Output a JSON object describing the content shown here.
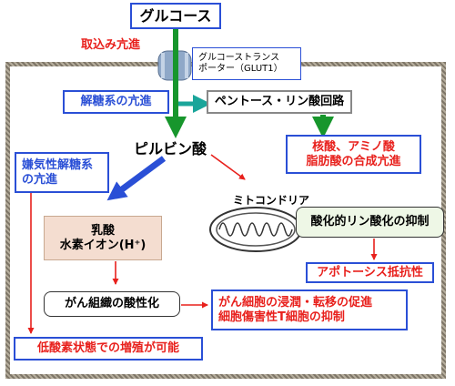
{
  "glucose": "グルコース",
  "uptake": "取込み亢進",
  "glut1_line1": "グルコーストランス",
  "glut1_line2": "ポーター（GLUT1）",
  "glycolysis": "解糖系の亢進",
  "ppp": "ペントース・リン酸回路",
  "nucleic_line1": "核酸、アミノ酸",
  "nucleic_line2": "脂肪酸の合成亢進",
  "pyruvate": "ピルビン酸",
  "anaerobic_line1": "嫌気性解糖系",
  "anaerobic_line2": "の亢進",
  "mitochondria": "ミトコンドリア",
  "oxphos": "酸化的リン酸化の抑制",
  "lactate_line1": "乳酸",
  "lactate_line2": "水素イオン(H⁺)",
  "apoptosis": "アポトーシス抵抗性",
  "acidification": "がん組織の酸性化",
  "invasion_line1": "がん細胞の浸潤・転移の促進",
  "invasion_line2": "細胞傷害性T細胞の抑制",
  "hypoxia": "低酸素状態での増殖が可能",
  "colors": {
    "blue_border": "#2a4fd6",
    "red_text": "#e8201c",
    "green_arrow": "#17962c",
    "teal_arrow": "#1aa59a",
    "lactate_fill": "#f4ddd0",
    "oxphos_fill": "#eef7e6"
  }
}
